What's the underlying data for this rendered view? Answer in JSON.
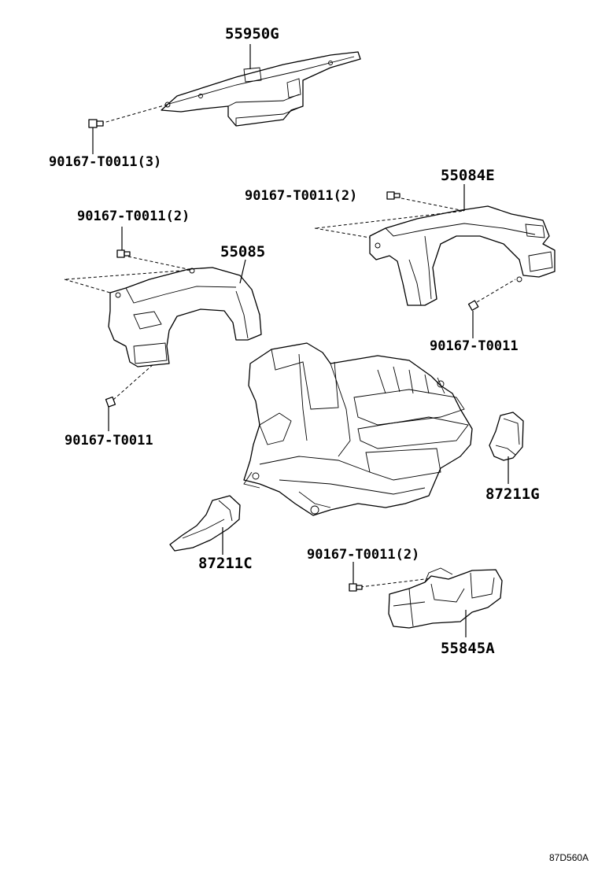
{
  "labels": {
    "p55950G": "55950G",
    "bolt_55950G": "90167-T0011(3)",
    "p55084E": "55084E",
    "bolt_55084E_top": "90167-T0011(2)",
    "bolt_55084E_bottom": "90167-T0011",
    "p55085": "55085",
    "bolt_55085_top": "90167-T0011(2)",
    "bolt_55085_bottom": "90167-T0011",
    "p87211G": "87211G",
    "p87211C": "87211C",
    "bolt_55845A": "90167-T0011(2)",
    "p55845A": "55845A"
  },
  "diagram_code": "87D560A"
}
